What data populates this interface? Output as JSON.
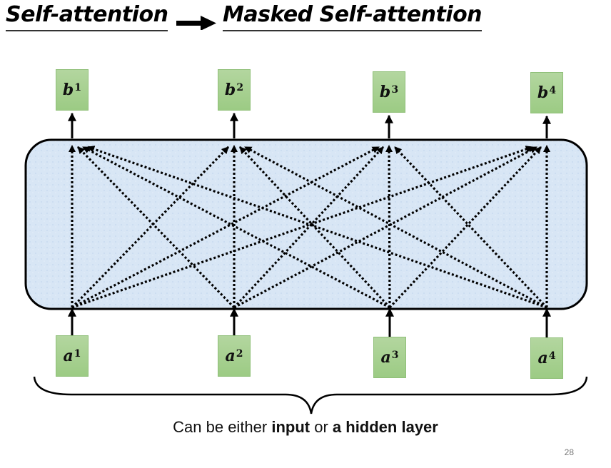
{
  "title": {
    "left": "Self-attention",
    "right": "Masked Self-attention",
    "arrow_icon": "right-arrow"
  },
  "outputs": [
    {
      "base": "b",
      "sup": "1"
    },
    {
      "base": "b",
      "sup": "2"
    },
    {
      "base": "b",
      "sup": "3"
    },
    {
      "base": "b",
      "sup": "4"
    }
  ],
  "inputs": [
    {
      "base": "a",
      "sup": "1"
    },
    {
      "base": "a",
      "sup": "2"
    },
    {
      "base": "a",
      "sup": "3"
    },
    {
      "base": "a",
      "sup": "4"
    }
  ],
  "connections": "all-to-all (every input a^i connects to every output b^j, dotted arrows)",
  "caption": {
    "pre": "Can be either ",
    "bold1": "input",
    "mid": " or ",
    "bold2": "a hidden layer"
  },
  "page_number": "28",
  "colors": {
    "vector_box": "#a9d18e",
    "layer_fill": "#dce9f7",
    "stroke": "#000000"
  }
}
